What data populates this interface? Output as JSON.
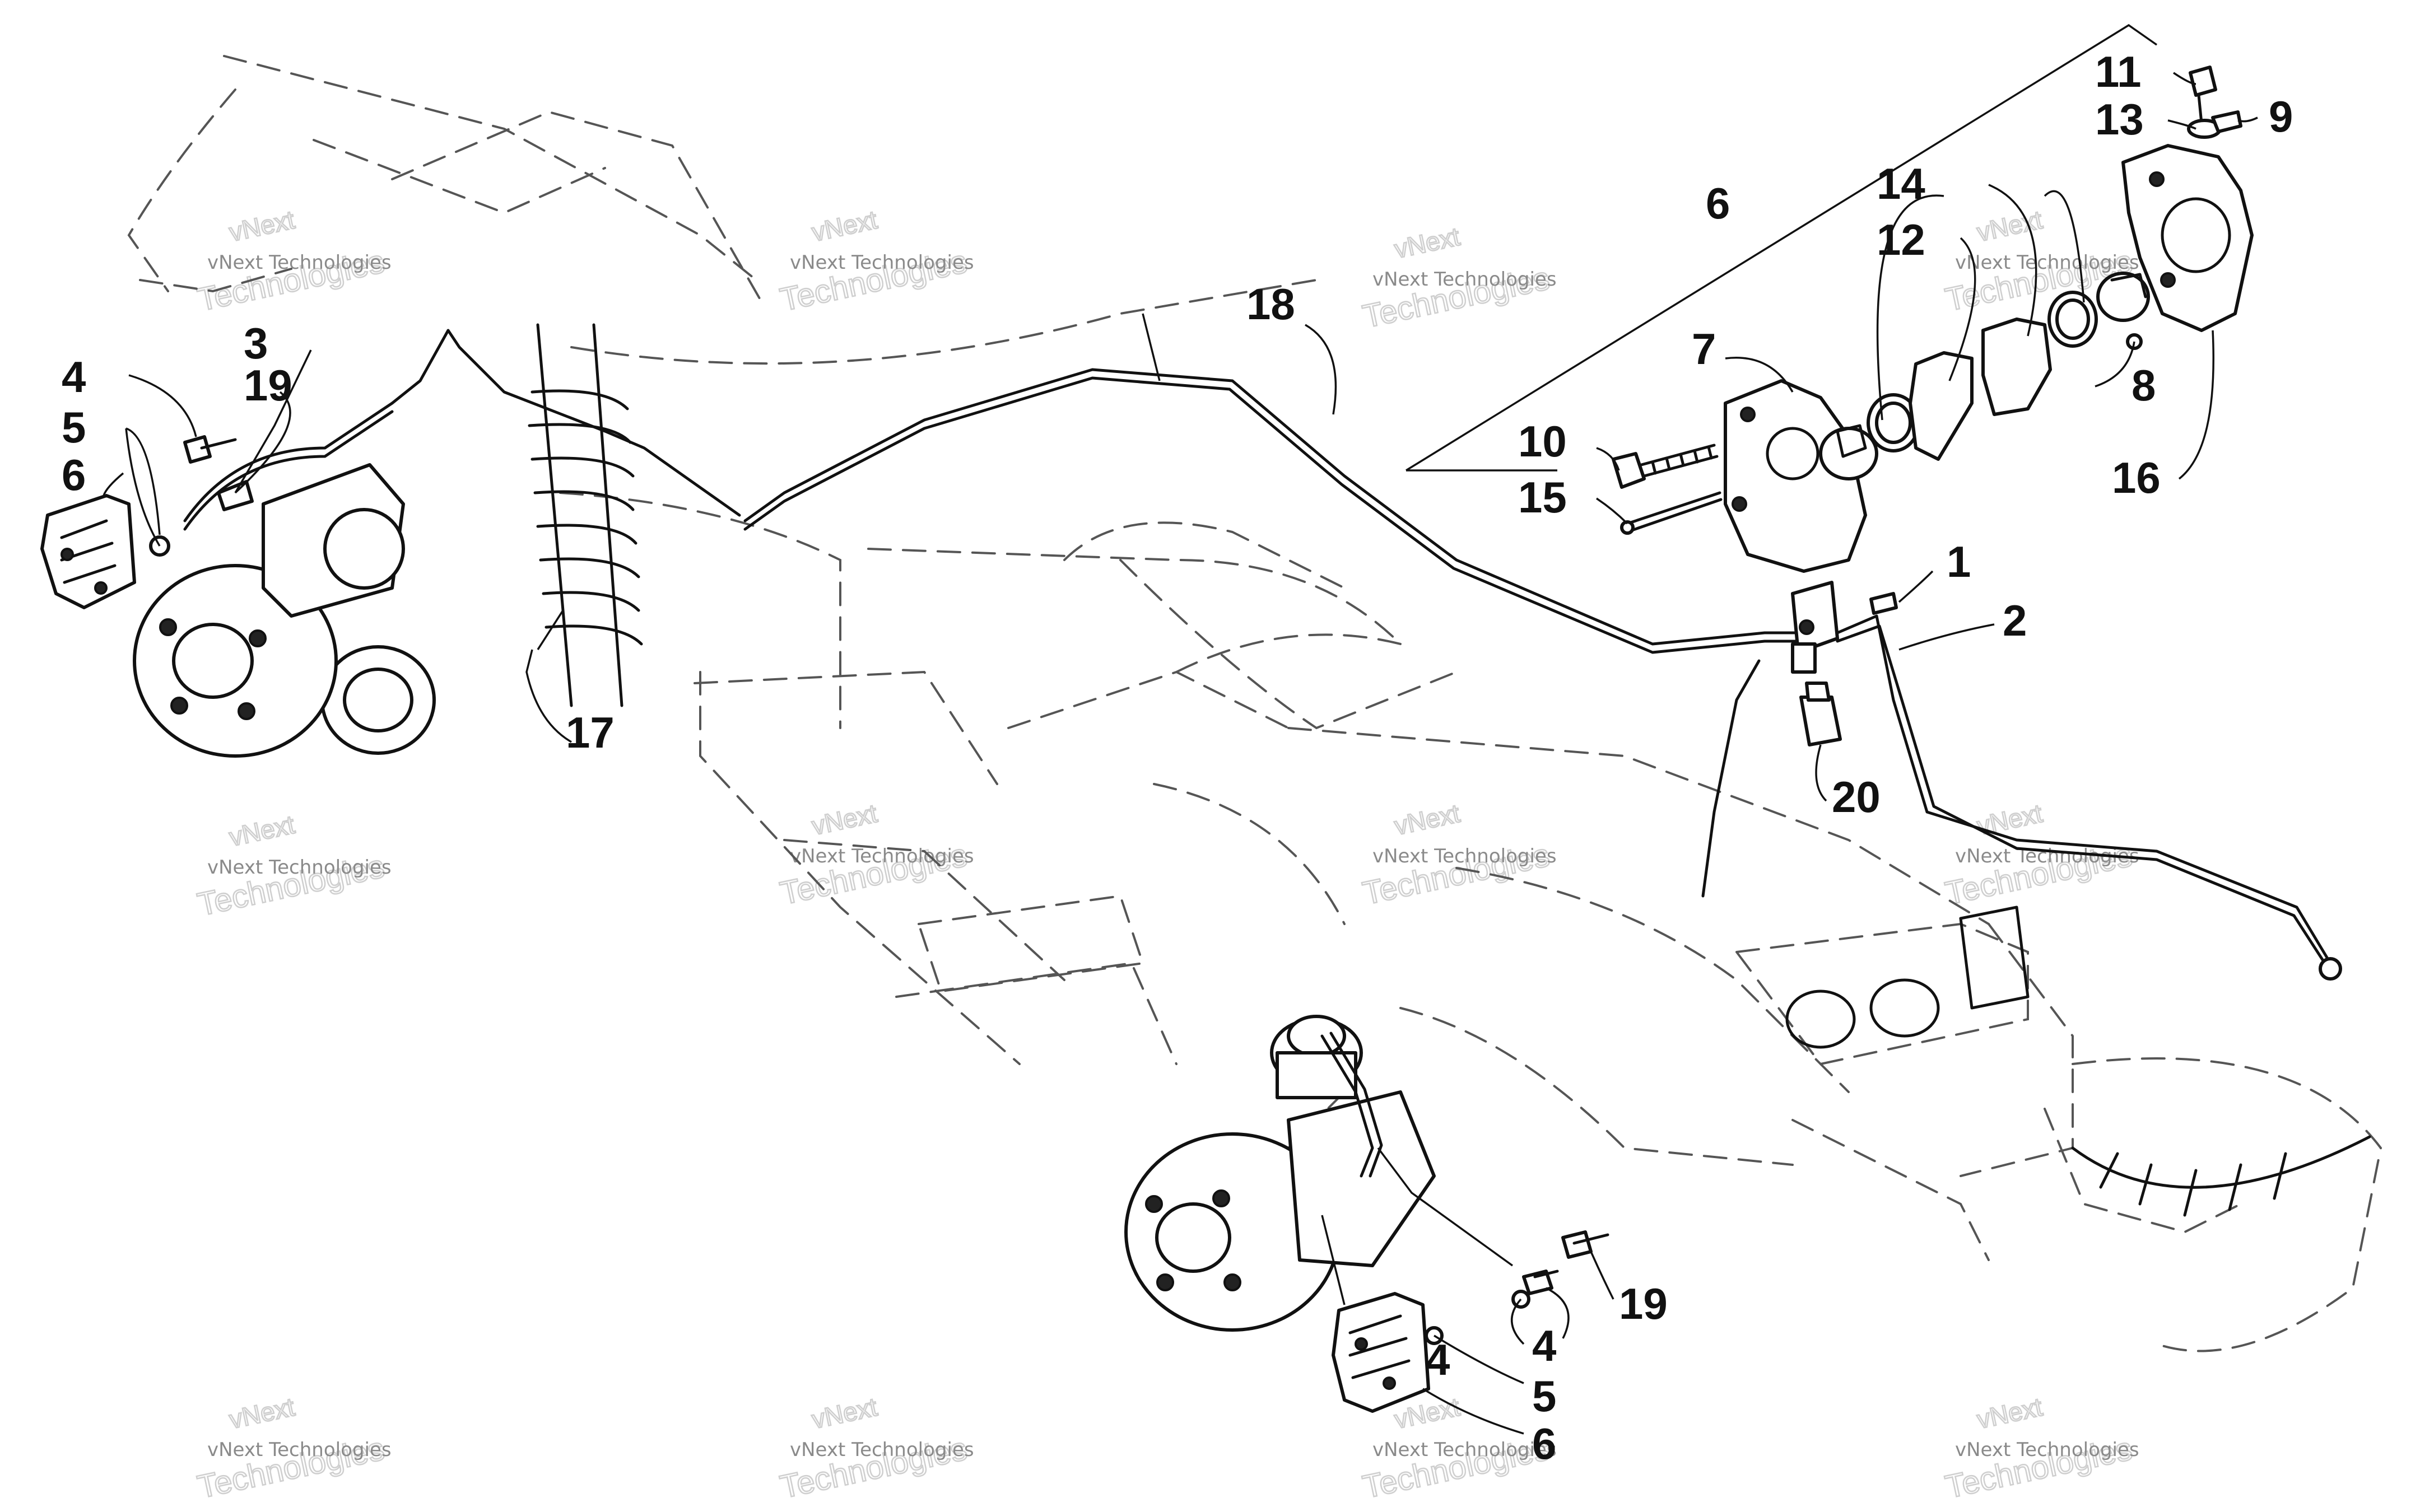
{
  "watermark": {
    "line1": "vNext Technologies",
    "line2": "Technologies",
    "line3": "vNext"
  },
  "callouts": {
    "c1": "1",
    "c2": "2",
    "c3": "3",
    "c4a": "4",
    "c4b": "4",
    "c5a": "5",
    "c5b": "5",
    "c6a": "6",
    "c6b": "6",
    "c6c": "6",
    "c7": "7",
    "c8": "8",
    "c9": "9",
    "c10": "10",
    "c11": "11",
    "c12": "12",
    "c13": "13",
    "c14": "14",
    "c15": "15",
    "c16": "16",
    "c17": "17",
    "c18": "18",
    "c19a": "19",
    "c19b": "19",
    "c20": "20"
  }
}
